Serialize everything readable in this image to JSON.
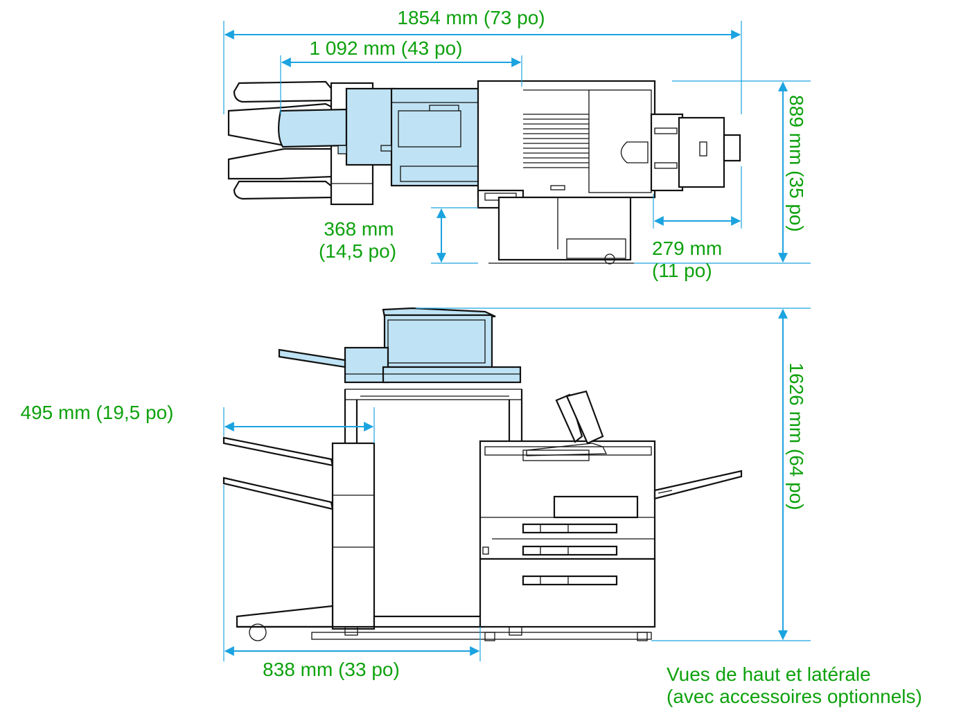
{
  "colors": {
    "dimension_text": "#0da10d",
    "dimension_line": "#1ba3e0",
    "accessory_fill": "#bfe3f4",
    "outline": "#111111"
  },
  "top_view": {
    "overall_length": "1854 mm (73 po)",
    "finisher_to_printer": "1 092 mm (43 po)",
    "depth": "889 mm (35 po)",
    "control_panel_offset_mm": "368 mm",
    "control_panel_offset_in": "(14,5 po)",
    "tray_extension_mm": "279 mm",
    "tray_extension_in": "(11 po)"
  },
  "side_view": {
    "height": "1626 mm (64 po)",
    "stacker_width": "495 mm (19,5 po)",
    "base_width": "838 mm (33 po)"
  },
  "caption": {
    "line1": "Vues de haut et latérale",
    "line2": "(avec accessoires optionnels)"
  }
}
